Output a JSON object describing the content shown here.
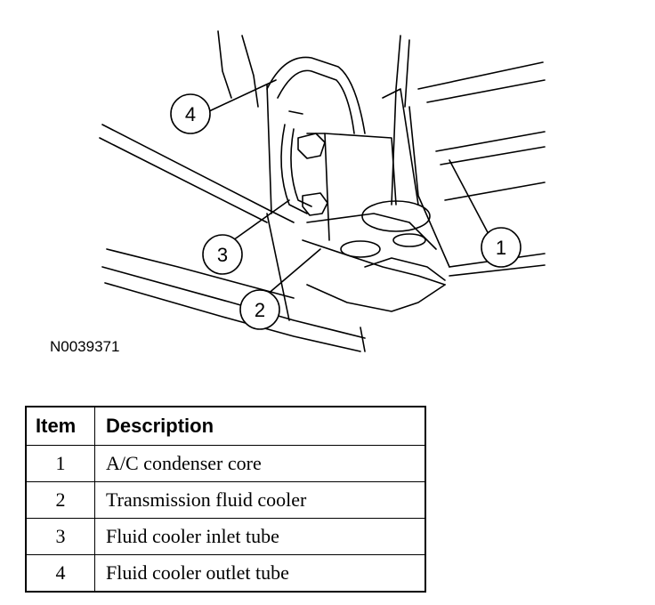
{
  "figure": {
    "id": "N0039371",
    "callouts": [
      "1",
      "2",
      "3",
      "4"
    ]
  },
  "legend": {
    "headers": {
      "item": "Item",
      "description": "Description"
    },
    "rows": [
      {
        "item": "1",
        "description": "A/C condenser core"
      },
      {
        "item": "2",
        "description": "Transmission fluid cooler"
      },
      {
        "item": "3",
        "description": "Fluid cooler inlet tube"
      },
      {
        "item": "4",
        "description": "Fluid cooler outlet tube"
      }
    ]
  }
}
